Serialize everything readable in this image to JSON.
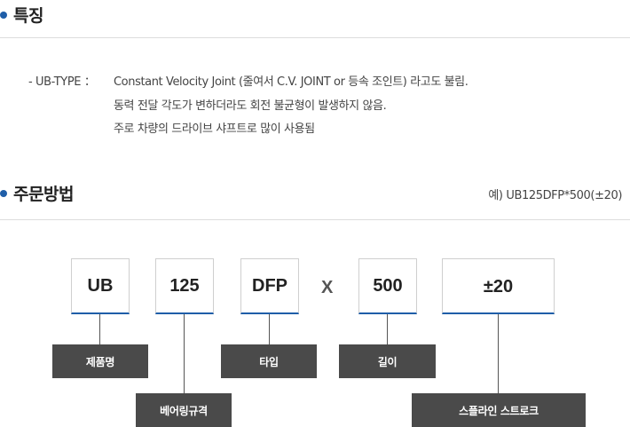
{
  "features": {
    "title": "특징",
    "label": "- UB-TYPE ：",
    "lines": [
      "Constant Velocity Joint (줄여서 C.V. JOINT or 등속 조인트) 라고도 불림.",
      "동력 전달 각도가 변하더라도 회전 불균형이 발생하지 않음.",
      "주로 차량의 드라이브 샤프트로 많이 사용됨"
    ]
  },
  "order": {
    "title": "주문방법",
    "example": "예) UB125DFP*500(±20)",
    "separator": "X",
    "boxes": [
      {
        "value": "UB",
        "tag": "제품명"
      },
      {
        "value": "125",
        "tag": "베어링규격"
      },
      {
        "value": "DFP",
        "tag": "타입"
      },
      {
        "value": "500",
        "tag": "길이"
      },
      {
        "value": "±20",
        "tag": "스플라인 스트로크"
      }
    ]
  },
  "colors": {
    "accent": "#1f5ea8",
    "tag_bg": "#4a4a4a"
  }
}
